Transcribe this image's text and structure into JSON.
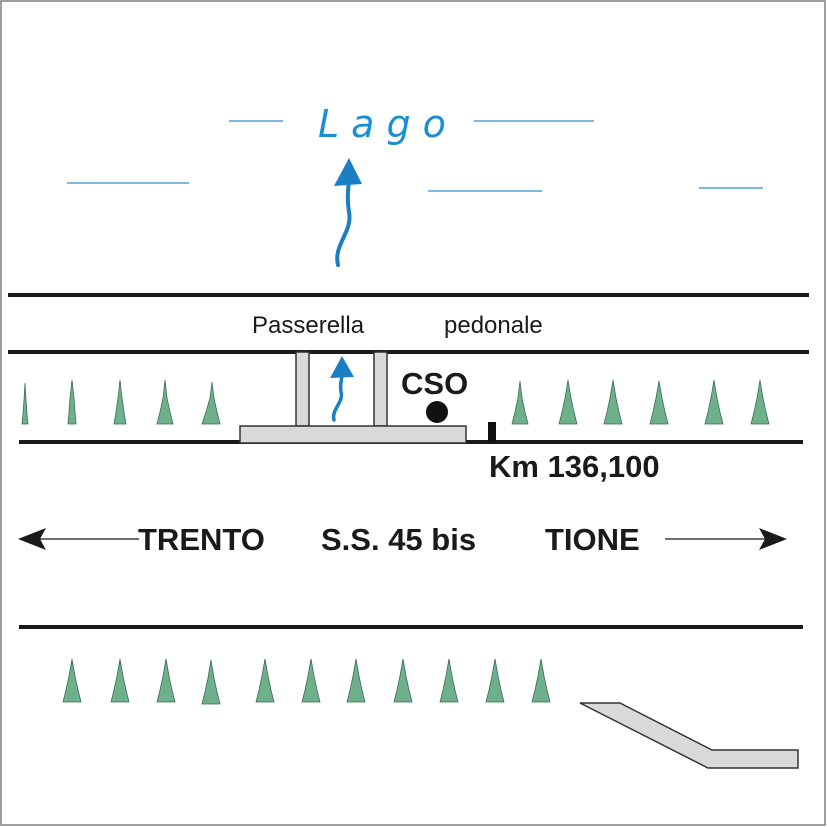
{
  "labels": {
    "lake": "Lago",
    "footbridge_word1": "Passerella",
    "footbridge_word2": "pedonale",
    "cso": "CSO",
    "km": "Km 136,100",
    "west_town": "TRENTO",
    "road_name": "S.S. 45 bis",
    "east_town": "TIONE"
  },
  "colors": {
    "water": "#1a8fd3",
    "trees": "#6fb08c",
    "structures": "#d9d9d9",
    "road_lines": "#1a1a1a"
  },
  "icons": {
    "flow_arrow": "flow-arrow-icon",
    "direction_left": "arrow-left-icon",
    "direction_right": "arrow-right-icon",
    "cso_marker": "cso-dot-icon",
    "km_post": "km-post-icon",
    "tree": "tree-icon"
  }
}
